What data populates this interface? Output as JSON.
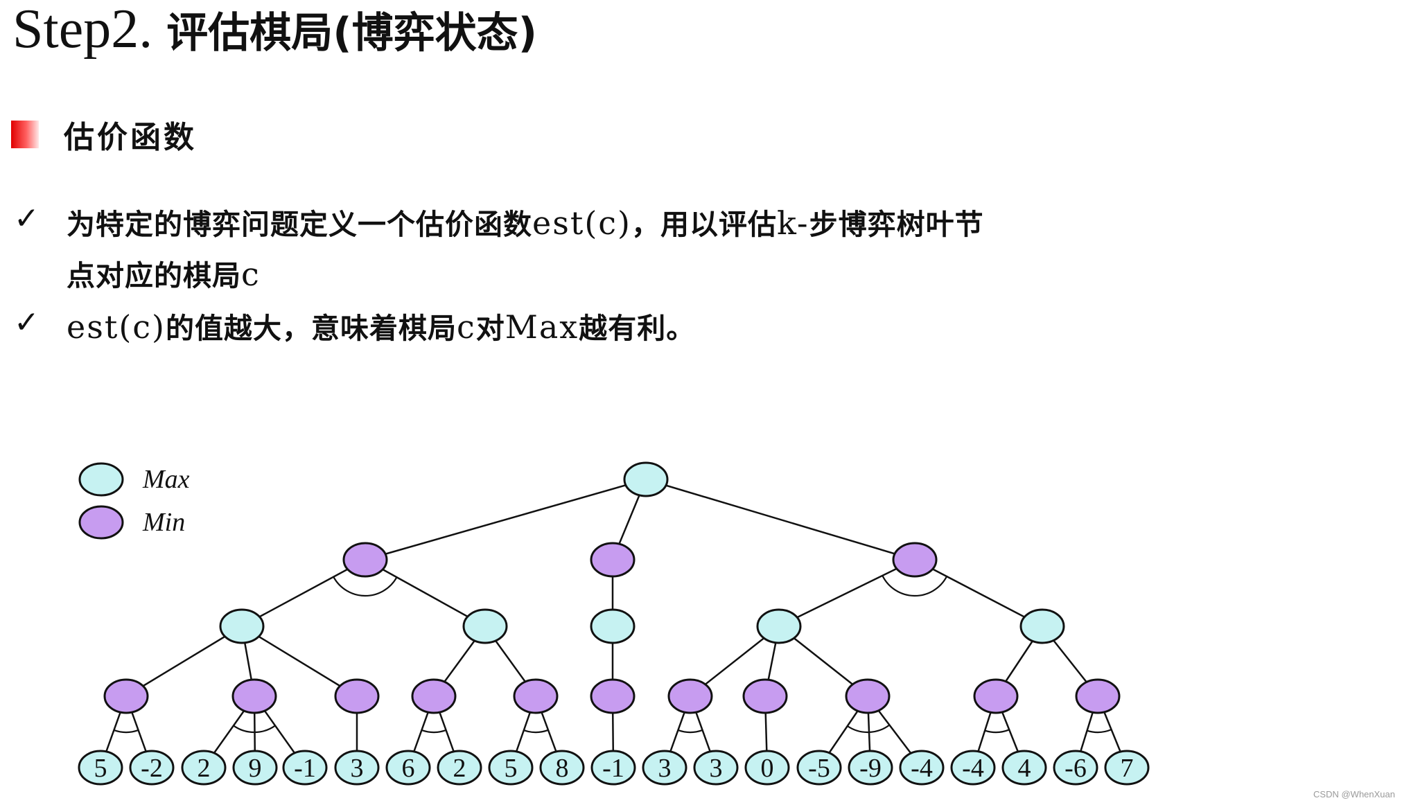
{
  "title": {
    "latin": "Step2. ",
    "cjk": "评估棋局(博弈状态)"
  },
  "section": {
    "label": "估价函数"
  },
  "bullets": [
    {
      "check": "✓",
      "line1_cjk": "为特定的博弈问题定义一个估价函数",
      "line1_latin": "est(c)",
      "line1_cjk2": "，用以评估",
      "line1_latin2": "k-",
      "line1_cjk3": "步博弈树叶节",
      "line2_cjk": "点对应的棋局",
      "line2_latin": "c"
    },
    {
      "check": "✓",
      "latin1": "est(c)",
      "cjk1": "的值越大，意味着棋局",
      "latin2": "c",
      "cjk2": "对",
      "latin3": "Max",
      "cjk3": "越有利。"
    }
  ],
  "legend": {
    "max_label": "Max",
    "min_label": "Min"
  },
  "colors": {
    "max": "#c6f2f2",
    "min": "#c79cf0",
    "stroke": "#111111"
  },
  "tree": {
    "root": {
      "type": "max"
    },
    "level1": [
      {
        "type": "min",
        "arc": true
      },
      {
        "type": "min",
        "arc": false
      },
      {
        "type": "min",
        "arc": true
      }
    ],
    "level2": [
      {
        "type": "max",
        "parent": 0
      },
      {
        "type": "max",
        "parent": 0
      },
      {
        "type": "max",
        "parent": 1
      },
      {
        "type": "max",
        "parent": 2
      },
      {
        "type": "max",
        "parent": 2
      }
    ],
    "level3": [
      {
        "type": "min",
        "parent": 0,
        "arc": true
      },
      {
        "type": "min",
        "parent": 0,
        "arc": true
      },
      {
        "type": "min",
        "parent": 0,
        "arc": false
      },
      {
        "type": "min",
        "parent": 1,
        "arc": true
      },
      {
        "type": "min",
        "parent": 1,
        "arc": true
      },
      {
        "type": "min",
        "parent": 2,
        "arc": false
      },
      {
        "type": "min",
        "parent": 3,
        "arc": true
      },
      {
        "type": "min",
        "parent": 3,
        "arc": false
      },
      {
        "type": "min",
        "parent": 3,
        "arc": true
      },
      {
        "type": "min",
        "parent": 4,
        "arc": true
      },
      {
        "type": "min",
        "parent": 4,
        "arc": true
      }
    ],
    "leaves": [
      {
        "value": "5",
        "parent": 0
      },
      {
        "value": "-2",
        "parent": 0
      },
      {
        "value": "2",
        "parent": 1
      },
      {
        "value": "9",
        "parent": 1
      },
      {
        "value": "-1",
        "parent": 1
      },
      {
        "value": "3",
        "parent": 2
      },
      {
        "value": "6",
        "parent": 3
      },
      {
        "value": "2",
        "parent": 3
      },
      {
        "value": "5",
        "parent": 4
      },
      {
        "value": "8",
        "parent": 4
      },
      {
        "value": "-1",
        "parent": 5
      },
      {
        "value": "3",
        "parent": 6
      },
      {
        "value": "3",
        "parent": 6
      },
      {
        "value": "0",
        "parent": 7
      },
      {
        "value": "-5",
        "parent": 8
      },
      {
        "value": "-9",
        "parent": 8
      },
      {
        "value": "-4",
        "parent": 8
      },
      {
        "value": "-4",
        "parent": 9
      },
      {
        "value": "4",
        "parent": 9
      },
      {
        "value": "-6",
        "parent": 10
      },
      {
        "value": "7",
        "parent": 10
      }
    ]
  },
  "watermark": "CSDN @WhenXuan"
}
